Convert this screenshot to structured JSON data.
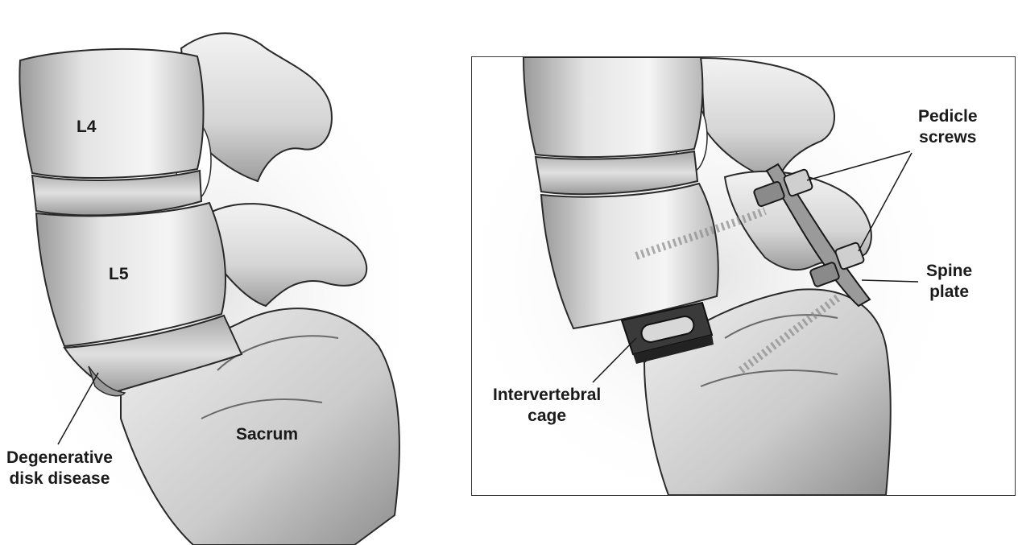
{
  "figure": {
    "left_panel": {
      "labels": {
        "l4": "L4",
        "l5": "L5",
        "sacrum": "Sacrum",
        "degenerative_line1": "Degenerative",
        "degenerative_line2": "disk disease"
      }
    },
    "right_panel": {
      "labels": {
        "pedicle_line1": "Pedicle",
        "pedicle_line2": "screws",
        "spine_plate_line1": "Spine",
        "spine_plate_line2": "plate",
        "cage_line1": "Intervertebral",
        "cage_line2": "cage"
      }
    }
  },
  "colors": {
    "bone_light": "#f2f2f2",
    "bone_mid": "#cfcfcf",
    "bone_shadow": "#8c8c8c",
    "outline": "#2a2a2a",
    "implant": "#4a4a4a",
    "frame": "#3a3a3a"
  }
}
